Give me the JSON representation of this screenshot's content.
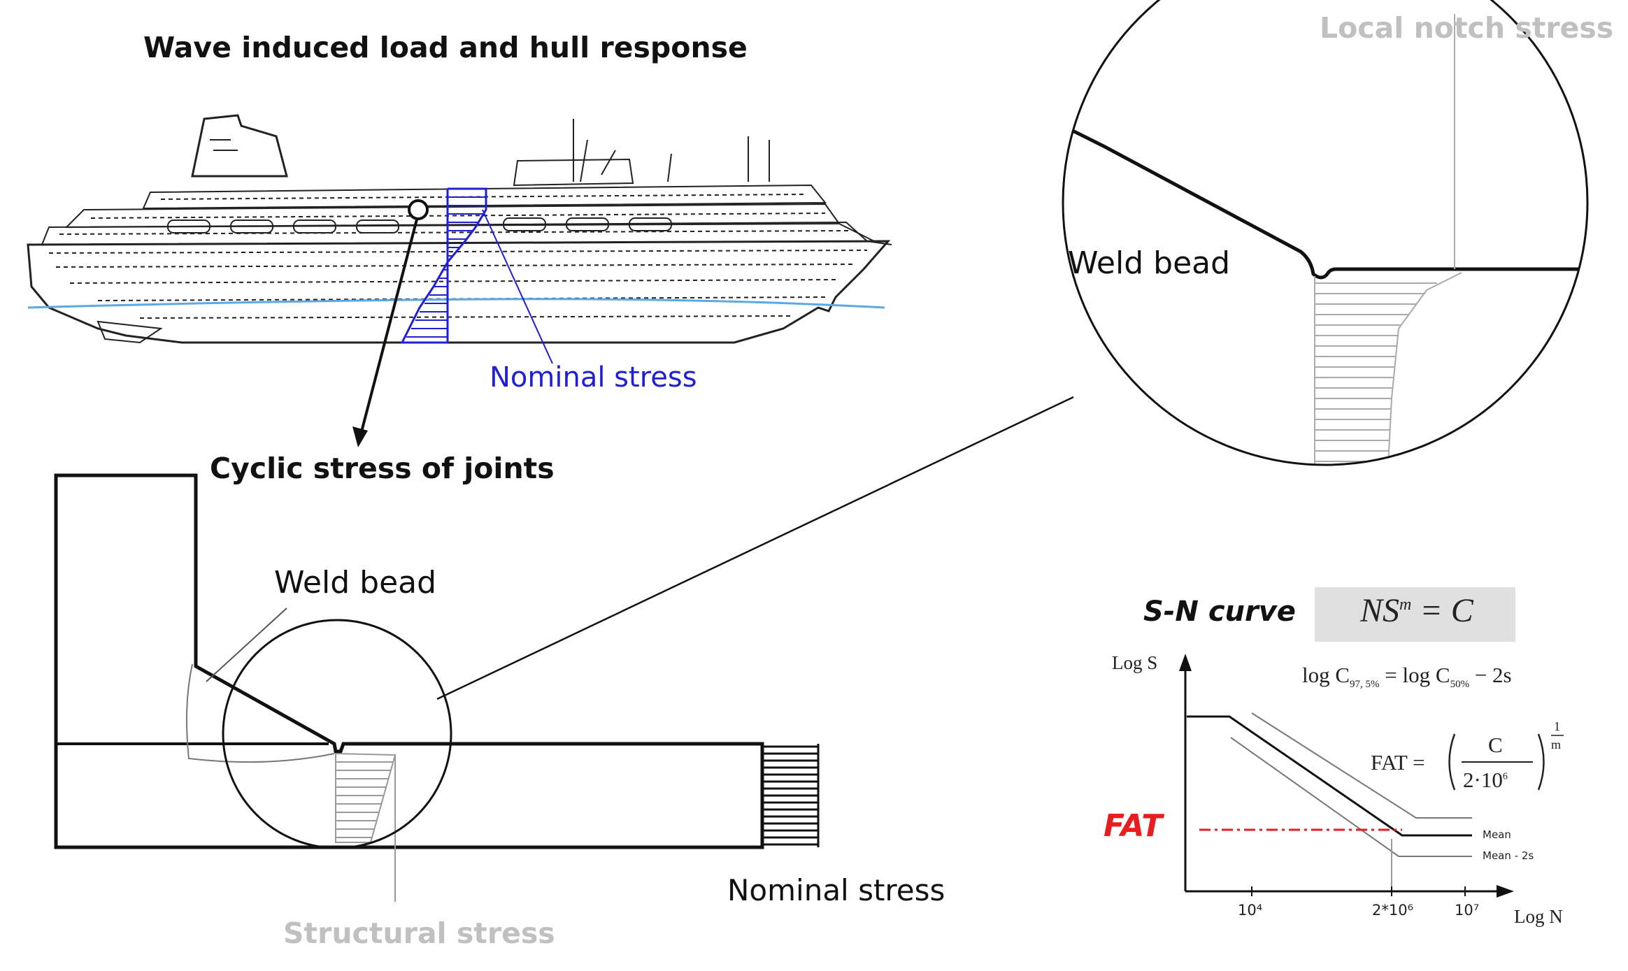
{
  "title": "Wave induced load and hull response",
  "labels": {
    "local_notch_stress": "Local notch stress",
    "nominal_stress_hull": "Nominal stress",
    "cyclic_stress": "Cyclic stress of joints",
    "weld_bead_main": "Weld bead",
    "weld_bead_zoom": "Weld bead",
    "nominal_stress_joint": "Nominal stress",
    "structural_stress": "Structural stress"
  },
  "sn_curve": {
    "title": "S-N curve",
    "formula_lhs": "NS",
    "formula_exp": "m",
    "formula_rhs": " = C",
    "log_c_lhs": "log C",
    "log_c_lhs_sub": "97, 5%",
    "log_c_mid": " = log C",
    "log_c_mid_sub": "50%",
    "log_c_rhs": " − 2s",
    "fat_label": "FAT",
    "fat_eq": "FAT =",
    "fat_num": "C",
    "fat_den": "2·10",
    "fat_den_exp": "6",
    "fat_power_num": "1",
    "fat_power_den": "m",
    "y_axis": "Log S",
    "x_axis": "Log N",
    "ticks": [
      "10⁴",
      "2*10⁶",
      "10⁷"
    ],
    "legend": [
      "Mean",
      "Mean - 2s"
    ]
  },
  "colors": {
    "blue": "#1f1fd6",
    "water": "#5aa8e6",
    "gray_label": "#c0c0c0",
    "fat_red": "#e61e1e",
    "formula_box": "#e0e0e0"
  }
}
